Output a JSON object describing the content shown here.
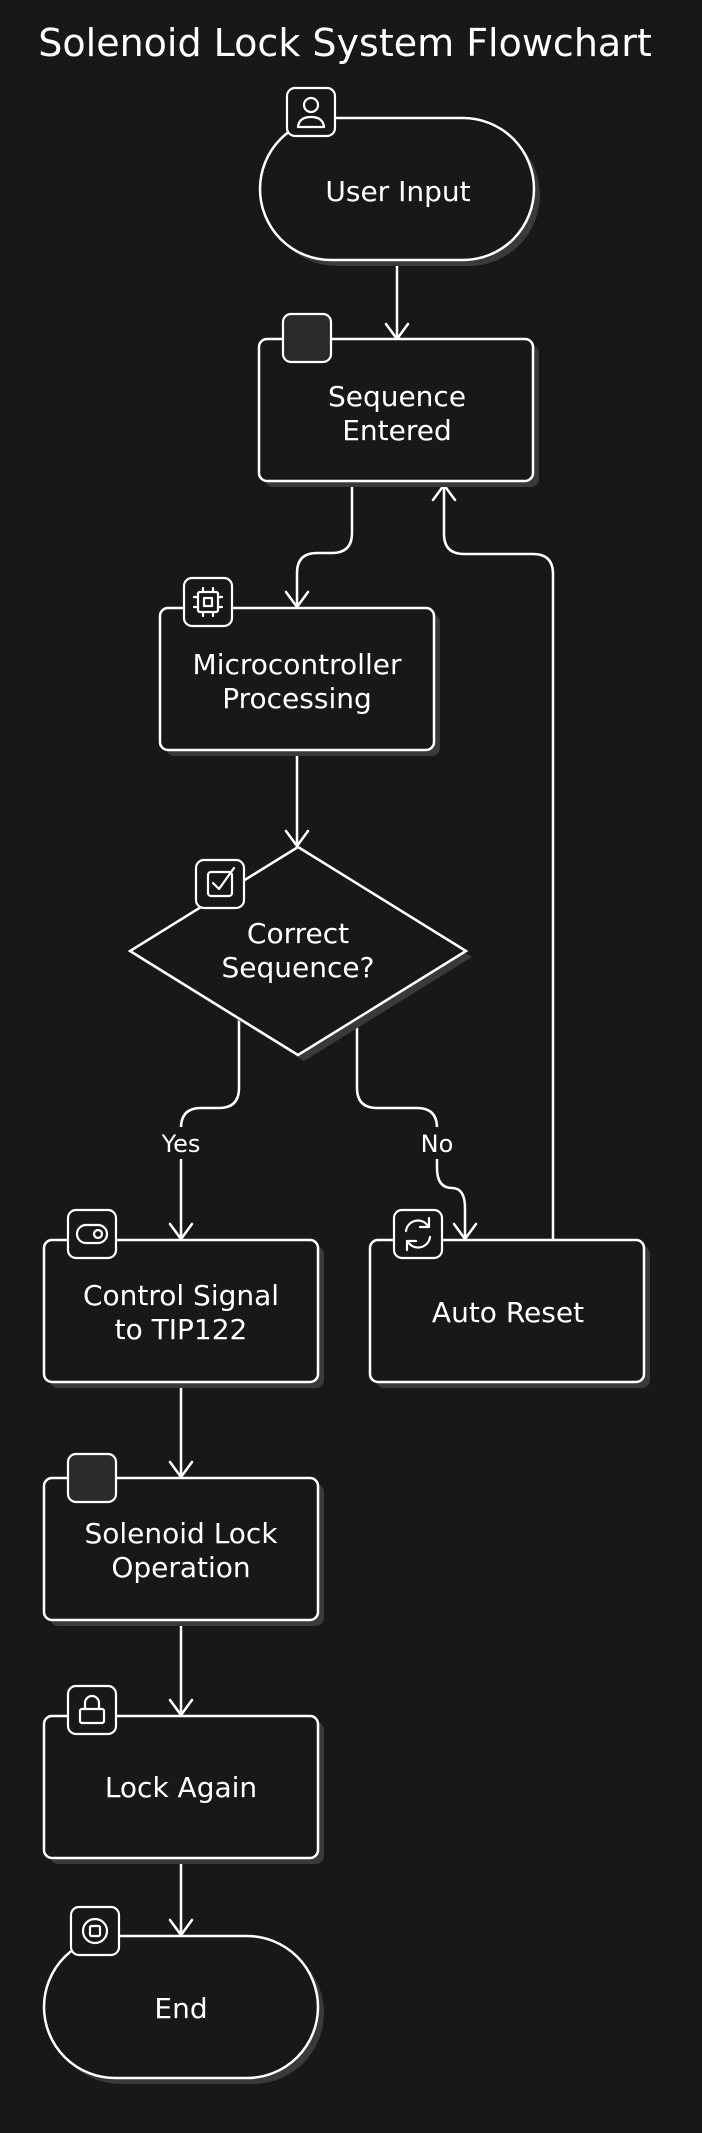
{
  "title": "Solenoid Lock System Flowchart",
  "colors": {
    "background": "#181818",
    "stroke": "#ffffff",
    "shadow": "#3a3a3a",
    "icon_fill_dark": "#2a2a2a"
  },
  "nodes": {
    "user_input": {
      "label": [
        "User Input"
      ],
      "shape": "stadium",
      "icon": "user-icon"
    },
    "sequence_entered": {
      "label": [
        "Sequence",
        "Entered"
      ],
      "shape": "rect",
      "icon": "blank-square-icon"
    },
    "microcontroller": {
      "label": [
        "Microcontroller",
        "Processing"
      ],
      "shape": "rect",
      "icon": "chip-icon"
    },
    "correct_sequence": {
      "label": [
        "Correct",
        "Sequence?"
      ],
      "shape": "diamond",
      "icon": "checkbox-icon"
    },
    "control_signal": {
      "label": [
        "Control Signal",
        "to TIP122"
      ],
      "shape": "rect",
      "icon": "toggle-icon"
    },
    "auto_reset": {
      "label": [
        "Auto Reset"
      ],
      "shape": "rect",
      "icon": "refresh-icon"
    },
    "solenoid_lock": {
      "label": [
        "Solenoid Lock",
        "Operation"
      ],
      "shape": "rect",
      "icon": "blank-square-icon"
    },
    "lock_again": {
      "label": [
        "Lock Again"
      ],
      "shape": "rect",
      "icon": "lock-icon"
    },
    "end": {
      "label": [
        "End"
      ],
      "shape": "stadium",
      "icon": "stop-icon"
    }
  },
  "edges": [
    {
      "from": "user_input",
      "to": "sequence_entered",
      "label": ""
    },
    {
      "from": "sequence_entered",
      "to": "microcontroller",
      "label": ""
    },
    {
      "from": "microcontroller",
      "to": "correct_sequence",
      "label": ""
    },
    {
      "from": "correct_sequence",
      "to": "control_signal",
      "label": "Yes"
    },
    {
      "from": "correct_sequence",
      "to": "auto_reset",
      "label": "No"
    },
    {
      "from": "auto_reset",
      "to": "sequence_entered",
      "label": ""
    },
    {
      "from": "control_signal",
      "to": "solenoid_lock",
      "label": ""
    },
    {
      "from": "solenoid_lock",
      "to": "lock_again",
      "label": ""
    },
    {
      "from": "lock_again",
      "to": "end",
      "label": ""
    }
  ]
}
